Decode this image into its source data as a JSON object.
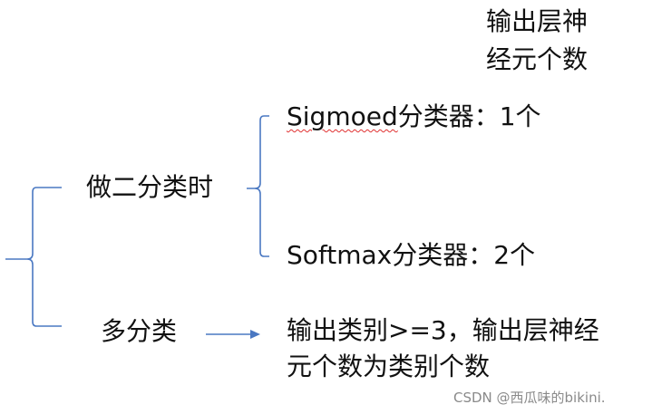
{
  "header": {
    "line1": "输出层神",
    "line2": "经元个数"
  },
  "root_label": "做二分类时",
  "sigmoid": {
    "name": "Sigmoed",
    "suffix": "分类器：1个"
  },
  "softmax": {
    "label": "Softmax分类器：2个"
  },
  "multiclass": {
    "label": "多分类",
    "desc_line1": "输出类别>=3，输出层神经",
    "desc_line2": "元个数为类别个数"
  },
  "watermark": "CSDN @西瓜味的bikini.",
  "colors": {
    "bracket": "#4a78c2",
    "text": "#111111",
    "spellcheck": "#e03030",
    "watermark": "#8a8a8a"
  }
}
